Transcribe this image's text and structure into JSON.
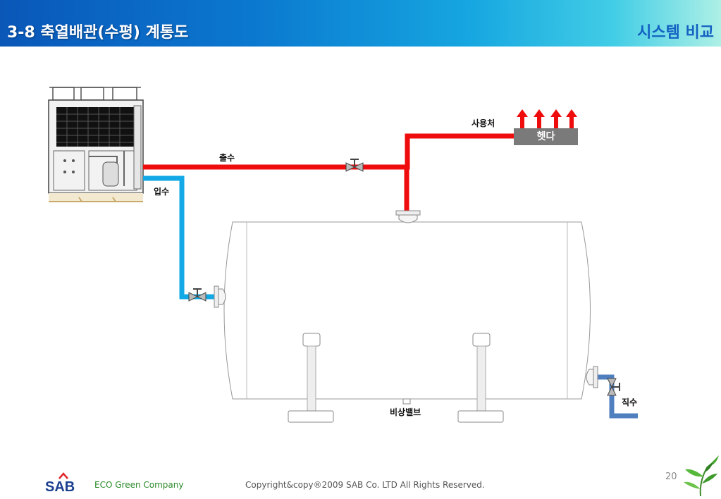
{
  "header": {
    "title": "3-8 축열배관(수평) 계통도",
    "section": "시스템 비교"
  },
  "diagram": {
    "labels": {
      "outlet": "출수",
      "inlet": "입수",
      "user": "사용처",
      "header": "헷다",
      "direct": "직수",
      "emergency_valve": "비상밸브"
    }
  },
  "colors": {
    "hot_pipe": "#ee0c0c",
    "cold_pipe": "#12a9e6",
    "direct_pipe": "#4f7fbf",
    "header_gradient_start": "#0a57b8",
    "header_gradient_end": "#aef0e6"
  },
  "footer": {
    "logo_text": "SAB",
    "tagline": "ECO Green Company",
    "copyright": "Copyright&copy®2009 SAB Co. LTD All Rights Reserved.",
    "page_number": "20"
  }
}
